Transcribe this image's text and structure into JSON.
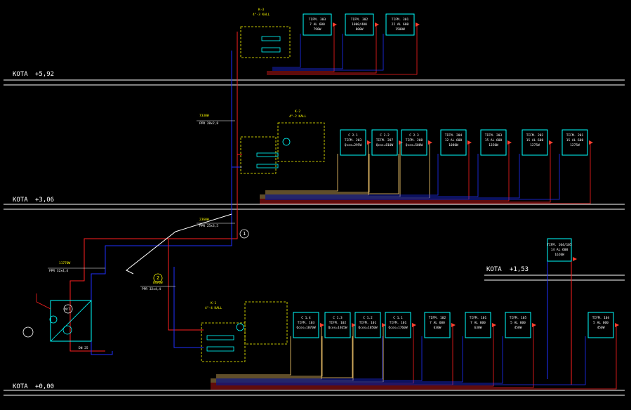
{
  "levels": [
    {
      "label": "KOTA",
      "value": "+5,92"
    },
    {
      "label": "KOTA",
      "value": "+3,06"
    },
    {
      "label": "KOTA",
      "value": "+1,53"
    },
    {
      "label": "KOTA",
      "value": "+0,00"
    }
  ],
  "markers": [
    "1",
    "2"
  ],
  "pipe_labels": {
    "riser_1": "7330W",
    "riser_1_spec": "PPR 20x2,8",
    "riser_2": "2360W",
    "riser_2_spec": "PPR 25x3,5",
    "main_supply": "11770W",
    "main_supply_spec": "PPR 32x4,4",
    "branch_ground": "8470W",
    "branch_ground_spec": "PPR 32x4,4"
  },
  "manifolds": [
    {
      "name": "K-3",
      "spec": "4\"-3 KALL"
    },
    {
      "name": "K-2",
      "spec": "4\"-2 KALL"
    },
    {
      "name": "K-1",
      "spec": "4\"-4 KALL"
    }
  ],
  "floor_3_units": [
    {
      "line1": "TIFM. 303",
      "line2": "7 AL 600",
      "line3": "790W"
    },
    {
      "line1": "TIFM. 302",
      "line2": "1000/400",
      "line3": "800W"
    },
    {
      "line1": "TIFM. 301",
      "line2": "22 AL 600",
      "line3": "1500W"
    }
  ],
  "floor_2_units": [
    {
      "line1": "C 2.1",
      "line2": "TIFM. 203",
      "line3": "Qcos=295W"
    },
    {
      "line1": "C 2.2",
      "line2": "TIFM. 207",
      "line3": "Qcos=810W"
    },
    {
      "line1": "C 2.3",
      "line2": "TIFM. 208",
      "line3": "Qcos=500W"
    },
    {
      "line1": "TIFM. 204",
      "line2": "12 AL 600",
      "line3": "1080W"
    },
    {
      "line1": "TIFM. 203",
      "line2": "15 AL 600",
      "line3": "1350W"
    },
    {
      "line1": "TIFM. 202",
      "line2": "15 AL 600",
      "line3": "1275W"
    },
    {
      "line1": "TIFM. 201",
      "line2": "15 AL 600",
      "line3": "1275W"
    }
  ],
  "floor_1_units": [
    {
      "line1": "C 1.4",
      "line2": "TIFM. 103",
      "line3": "Qcos=1070W"
    },
    {
      "line1": "C 1.3",
      "line2": "TIFM. 102",
      "line3": "Qcos=1465W"
    },
    {
      "line1": "C 1.2",
      "line2": "TIFM. 101",
      "line3": "Qcos=1050W"
    },
    {
      "line1": "C 1.1",
      "line2": "TIFM. 101",
      "line3": "Qcos=1760W"
    },
    {
      "line1": "TIFM. 102",
      "line2": "7 AL 600",
      "line3": "630W"
    },
    {
      "line1": "TIFM. 101",
      "line2": "7 AL 600",
      "line3": "630W"
    },
    {
      "line1": "TIFM. 105",
      "line2": "5 AL 600",
      "line3": "450W"
    },
    {
      "line1": "TIFM. 104",
      "line2": "5 AL 600",
      "line3": "450W"
    }
  ],
  "mezzanine_unit": {
    "line1": "TIFM. 104/105",
    "line2": "14 AL 600",
    "line3": "1620W"
  },
  "equipment": [
    {
      "label": "M/T"
    },
    {
      "label": "DN 25"
    }
  ],
  "colors": {
    "supply": "#ff2020",
    "return": "#2030ff",
    "floor_loop": "#ffd070",
    "box": "#00ffff",
    "manifold": "#ffff00",
    "level_line": "#ffffff",
    "background": "#000000"
  }
}
